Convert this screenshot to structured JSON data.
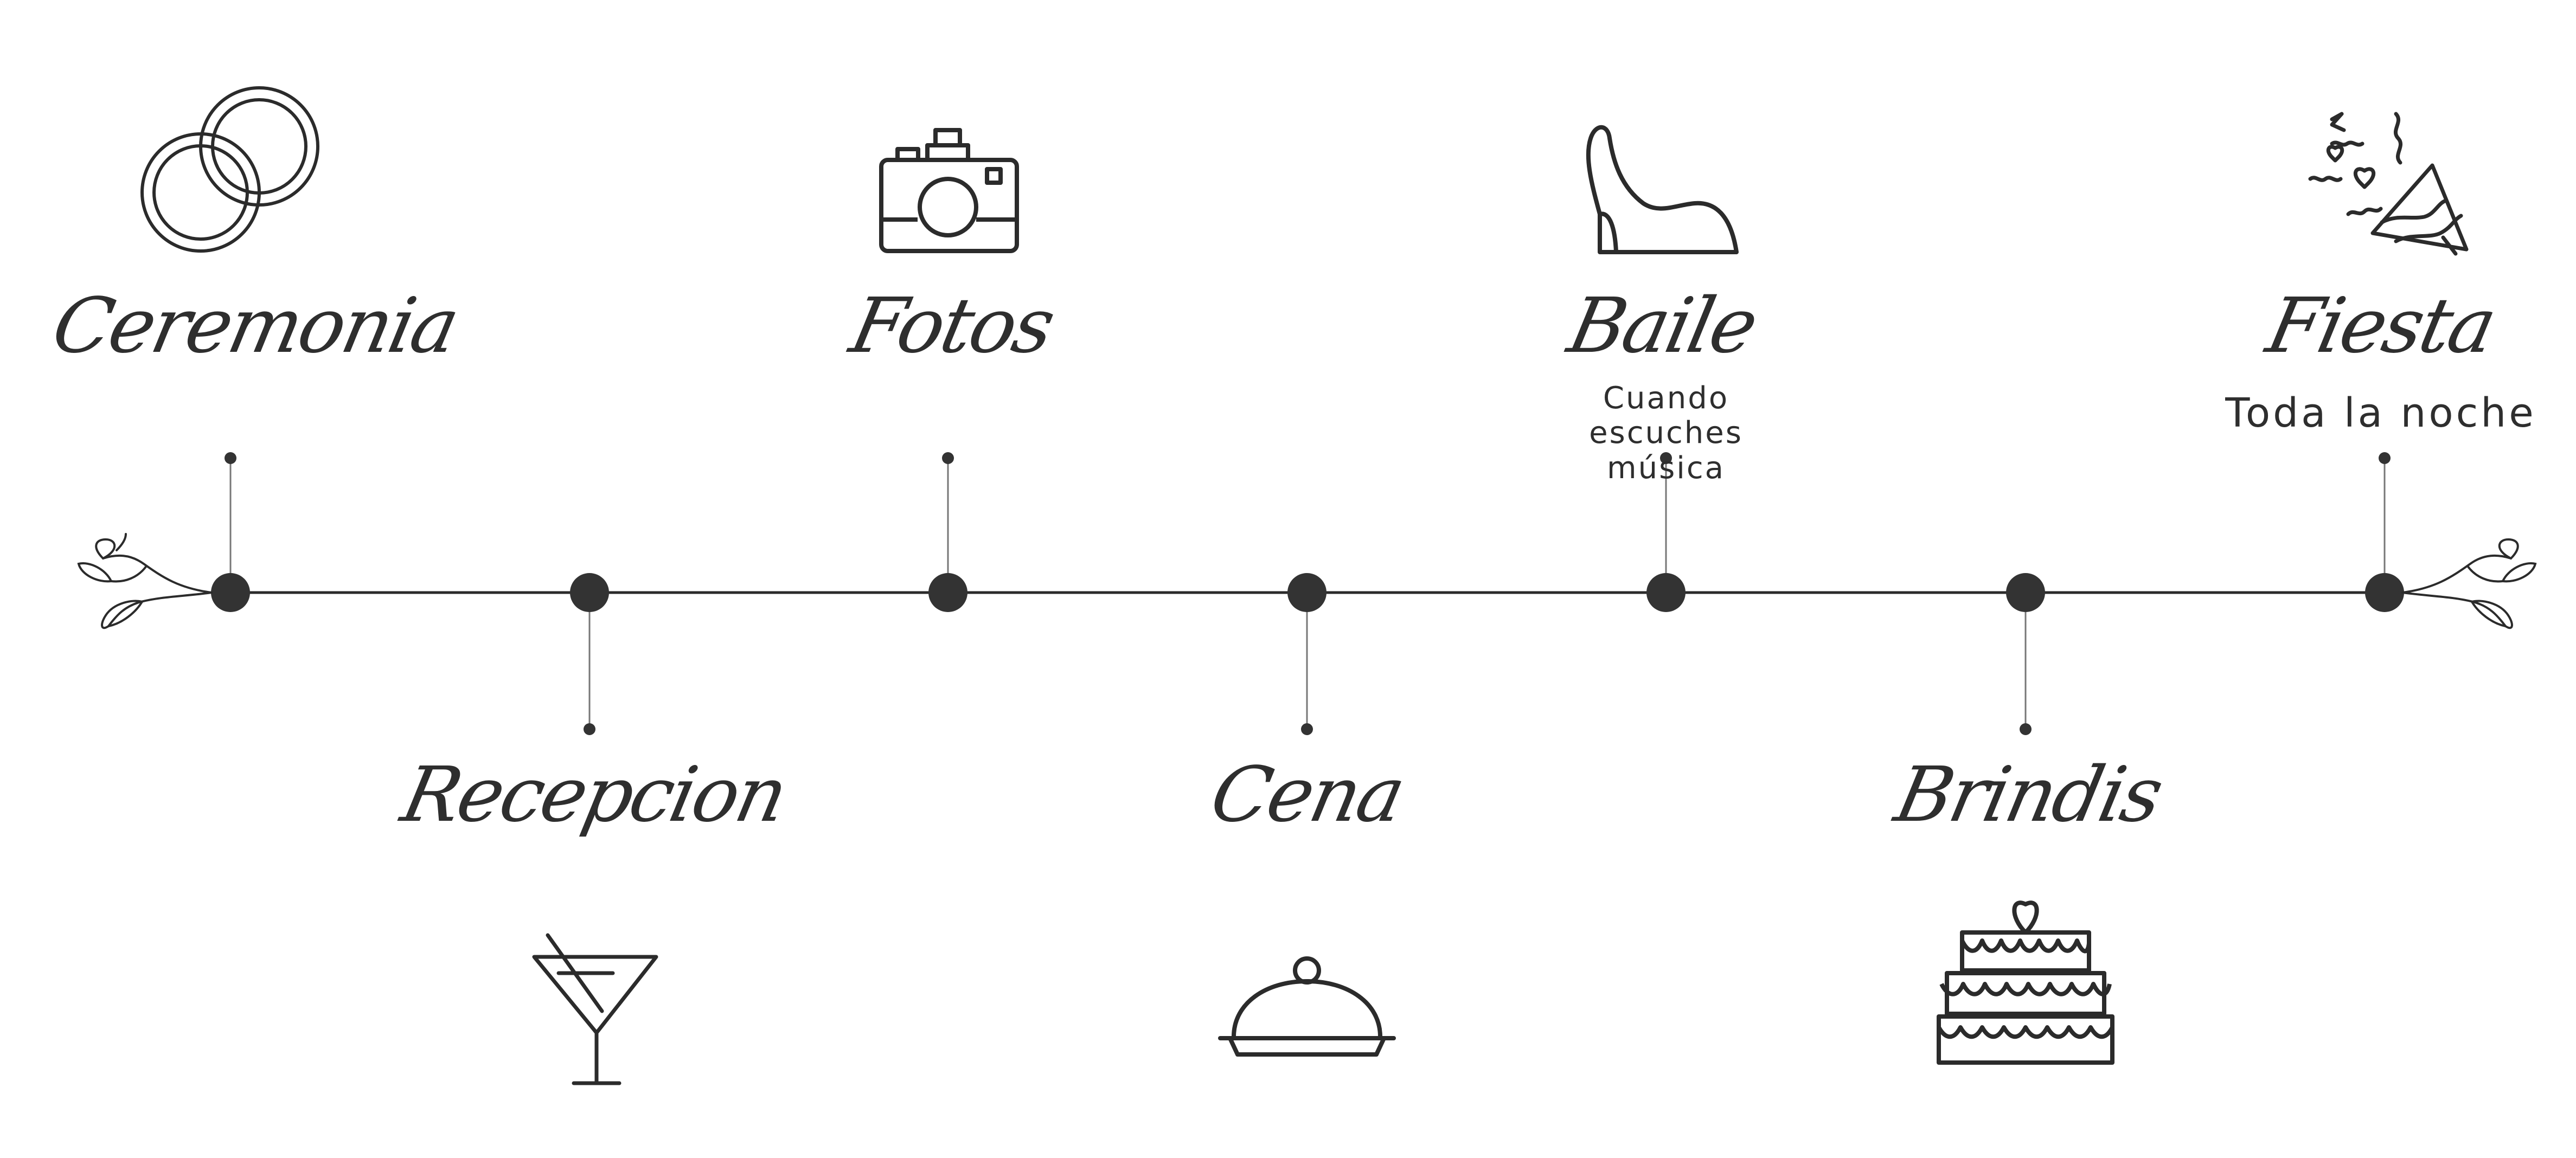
{
  "events": [
    {
      "title": "Ceremonia",
      "subtitle": "",
      "icon": "wedding-rings-icon"
    },
    {
      "title": "Recepcion",
      "subtitle": "",
      "icon": "cocktail-glass-icon"
    },
    {
      "title": "Fotos",
      "subtitle": "",
      "icon": "camera-icon"
    },
    {
      "title": "Cena",
      "subtitle": "",
      "icon": "cloche-icon"
    },
    {
      "title": "Baile",
      "subtitle": "Cuando escuches música",
      "icon": "high-heel-shoe-icon"
    },
    {
      "title": "Brindis",
      "subtitle": "",
      "icon": "wedding-cake-icon"
    },
    {
      "title": "Fiesta",
      "subtitle": "Toda la noche",
      "icon": "party-popper-icon"
    }
  ],
  "colors": {
    "line": "#2b2b2b",
    "dot": "#333333",
    "connector": "#777777"
  },
  "decorations": [
    "floral-sprig-left-icon",
    "floral-sprig-right-icon"
  ]
}
